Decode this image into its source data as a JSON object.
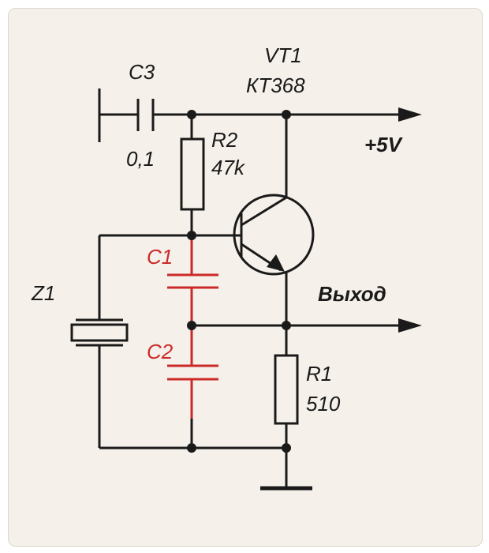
{
  "colors": {
    "wire": "#1a1a1a",
    "highlight": "#cc2a2a",
    "background": "#f5f1ea"
  },
  "labels": {
    "c3_name": "C3",
    "c3_value": "0,1",
    "vt1_name": "VT1",
    "vt1_model": "КТ368",
    "supply": "+5V",
    "r2_name": "R2",
    "r2_value": "47k",
    "c1_name": "C1",
    "c2_name": "C2",
    "z1_name": "Z1",
    "output": "Выход",
    "r1_name": "R1",
    "r1_value": "510"
  }
}
